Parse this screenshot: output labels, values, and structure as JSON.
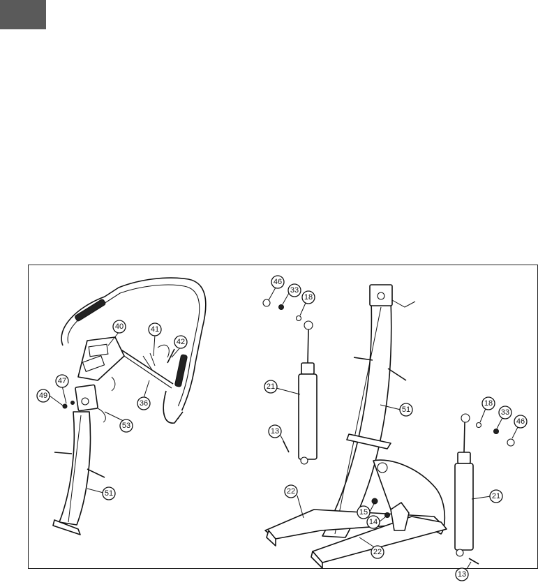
{
  "colors": {
    "tab": "#5a5a5a",
    "line": "#111111",
    "background": "#ffffff"
  },
  "callouts": [
    {
      "label": "40"
    },
    {
      "label": "41"
    },
    {
      "label": "42"
    },
    {
      "label": "47"
    },
    {
      "label": "49"
    },
    {
      "label": "36"
    },
    {
      "label": "53"
    },
    {
      "label": "51"
    },
    {
      "label": "46"
    },
    {
      "label": "33"
    },
    {
      "label": "18"
    },
    {
      "label": "21"
    },
    {
      "label": "13"
    },
    {
      "label": "51"
    },
    {
      "label": "22"
    },
    {
      "label": "15"
    },
    {
      "label": "14"
    },
    {
      "label": "22"
    },
    {
      "label": "18"
    },
    {
      "label": "33"
    },
    {
      "label": "46"
    },
    {
      "label": "21"
    },
    {
      "label": "13"
    }
  ]
}
